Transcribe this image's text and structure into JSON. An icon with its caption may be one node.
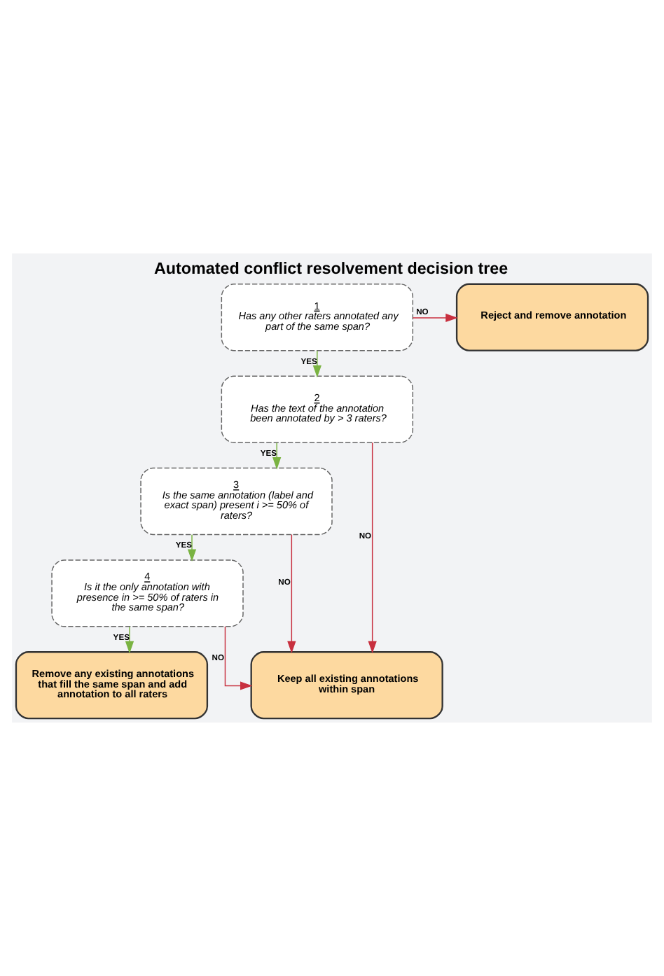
{
  "diagram": {
    "title": "Automated conflict resolvement decision tree",
    "nodes": [
      {
        "text": [
          "1",
          "Has any other raters annotated any part of the same span?"
        ]
      },
      {
        "text": [
          "Reject and remove annotation"
        ]
      },
      {
        "text": [
          "2",
          "Has the text of the annotation been annotated by > 3 raters?"
        ]
      },
      {
        "text": [
          "3",
          "Is the same annotation (label and exact span) present i >= 50% of raters?"
        ]
      },
      {
        "text": [
          "4",
          "Is it the only annotation with presence in >= 50% of raters in the same span?"
        ]
      },
      {
        "text": [
          "Remove any existing annotations that fill the same span and add annotation to all raters"
        ]
      },
      {
        "text": [
          "Keep all existing annotations within span"
        ]
      }
    ],
    "edges": [
      {
        "from": 0,
        "to": 1,
        "arrow": "to",
        "label": "NO",
        "color": "#c8303f"
      },
      {
        "from": 0,
        "to": 2,
        "arrow": "to",
        "label": "YES",
        "color": "#7ab342"
      },
      {
        "from": 2,
        "to": 6,
        "arrow": "to",
        "label": "NO",
        "color": "#c8303f"
      },
      {
        "from": 2,
        "to": 3,
        "arrow": "to",
        "label": "YES",
        "color": "#7ab342"
      },
      {
        "from": 3,
        "to": 6,
        "arrow": "to",
        "label": "NO",
        "color": "#c8303f"
      },
      {
        "from": 3,
        "to": 4,
        "arrow": "to",
        "label": "YES",
        "color": "#7ab342"
      },
      {
        "from": 4,
        "to": 6,
        "arrow": "to",
        "label": "NO",
        "color": "#c8303f"
      },
      {
        "from": 4,
        "to": 5,
        "arrow": "to",
        "label": "YES",
        "color": "#7ab342"
      }
    ]
  }
}
